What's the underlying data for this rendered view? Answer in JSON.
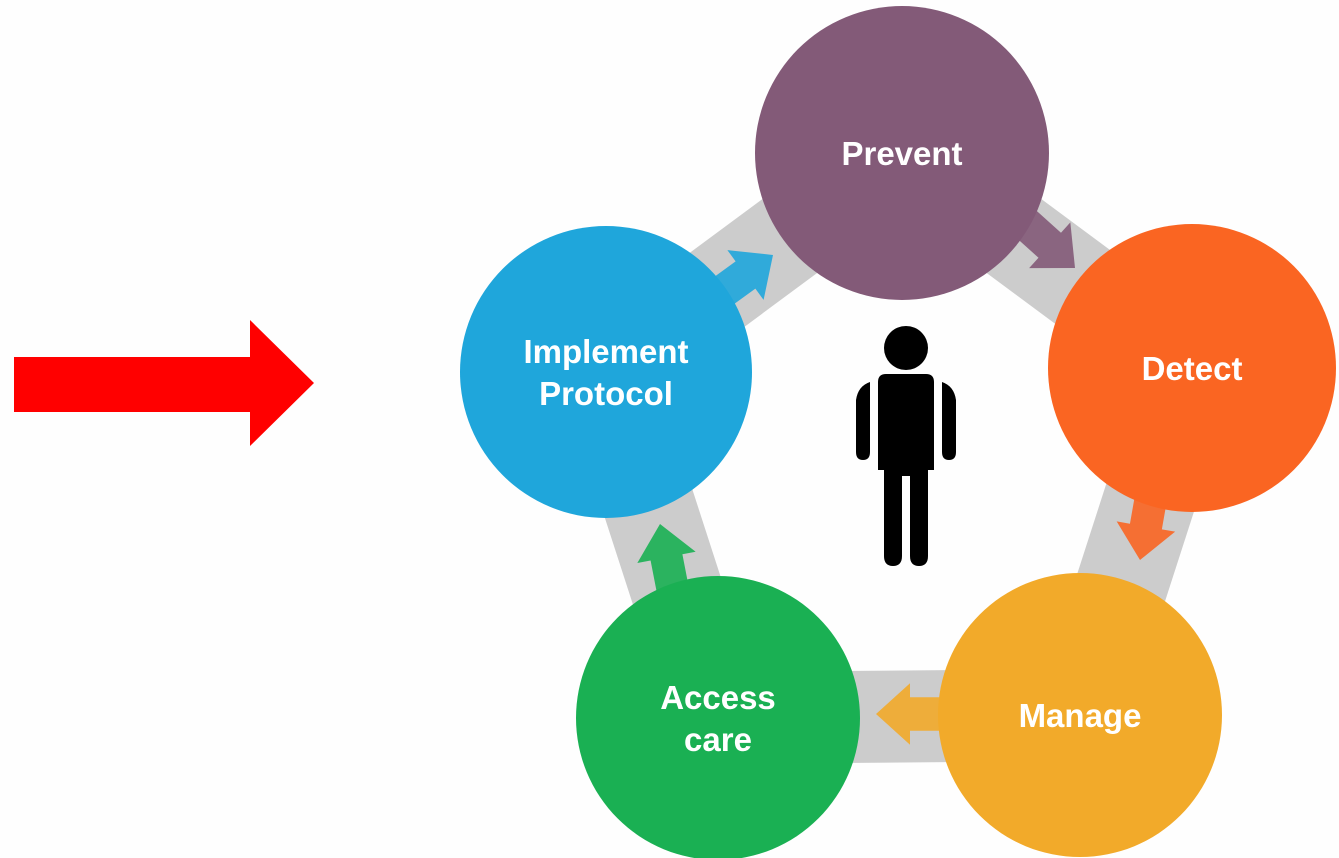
{
  "diagram": {
    "pointer_color": "#ff0000",
    "connector_color": "#cccccc",
    "person_icon": "person-icon",
    "stages": [
      {
        "id": "prevent",
        "lines": [
          "Prevent"
        ],
        "color": "#835a78"
      },
      {
        "id": "detect",
        "lines": [
          "Detect"
        ],
        "color": "#fa6522"
      },
      {
        "id": "manage",
        "lines": [
          "Manage"
        ],
        "color": "#f2aa2a"
      },
      {
        "id": "access-care",
        "lines": [
          "Access",
          "care"
        ],
        "color": "#1ab053"
      },
      {
        "id": "implement-protocol",
        "lines": [
          "Implement",
          "Protocol"
        ],
        "color": "#1fa6db"
      }
    ]
  }
}
